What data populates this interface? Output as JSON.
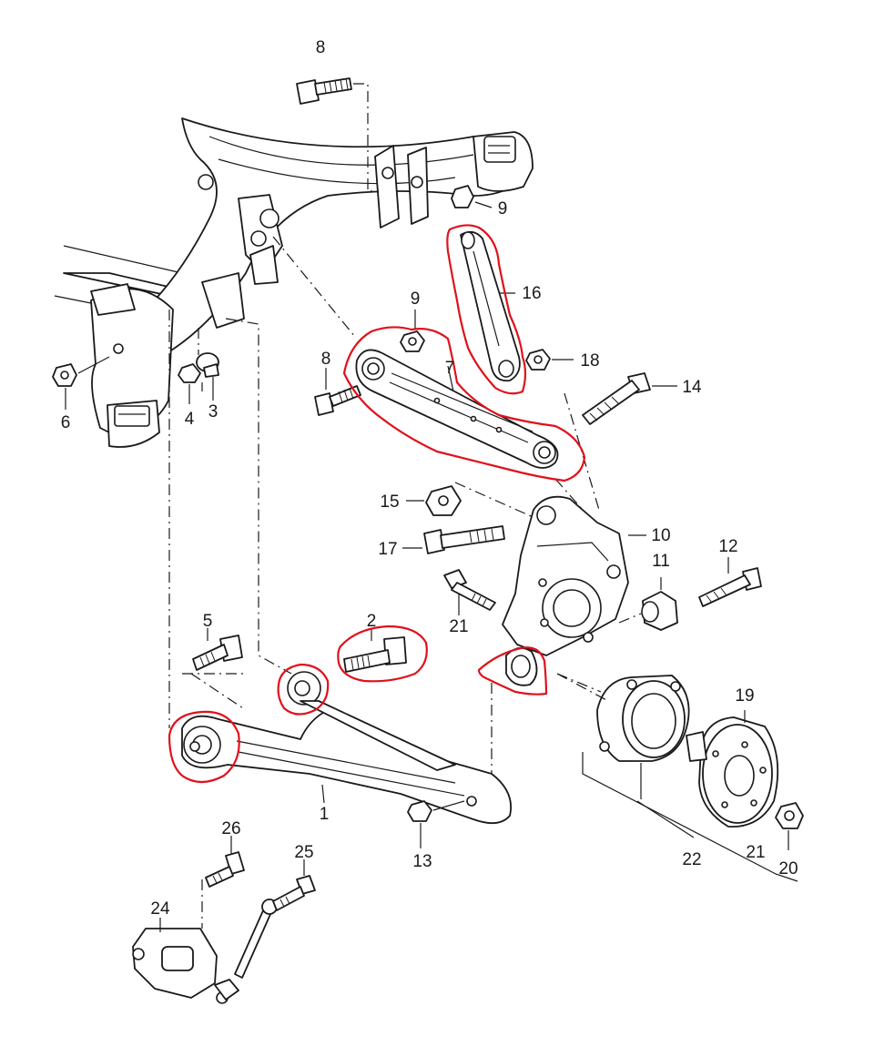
{
  "diagram": {
    "labels": {
      "p1": "1",
      "p2": "2",
      "p3": "3",
      "p4": "4",
      "p5": "5",
      "p6": "6",
      "p7": "7",
      "p8a": "8",
      "p8b": "8",
      "p9a": "9",
      "p9b": "9",
      "p10": "10",
      "p11": "11",
      "p12": "12",
      "p13": "13",
      "p14": "14",
      "p15": "15",
      "p16": "16",
      "p17": "17",
      "p18": "18",
      "p19": "19",
      "p20": "20",
      "p21a": "21",
      "p21b": "21",
      "p22": "22",
      "p24": "24",
      "p25": "25",
      "p26": "26"
    },
    "highlight_color": "#e0111b",
    "line_color": "#1a1a1a",
    "highlighted_parts": [
      "7",
      "16",
      "1",
      "2",
      "10"
    ]
  }
}
